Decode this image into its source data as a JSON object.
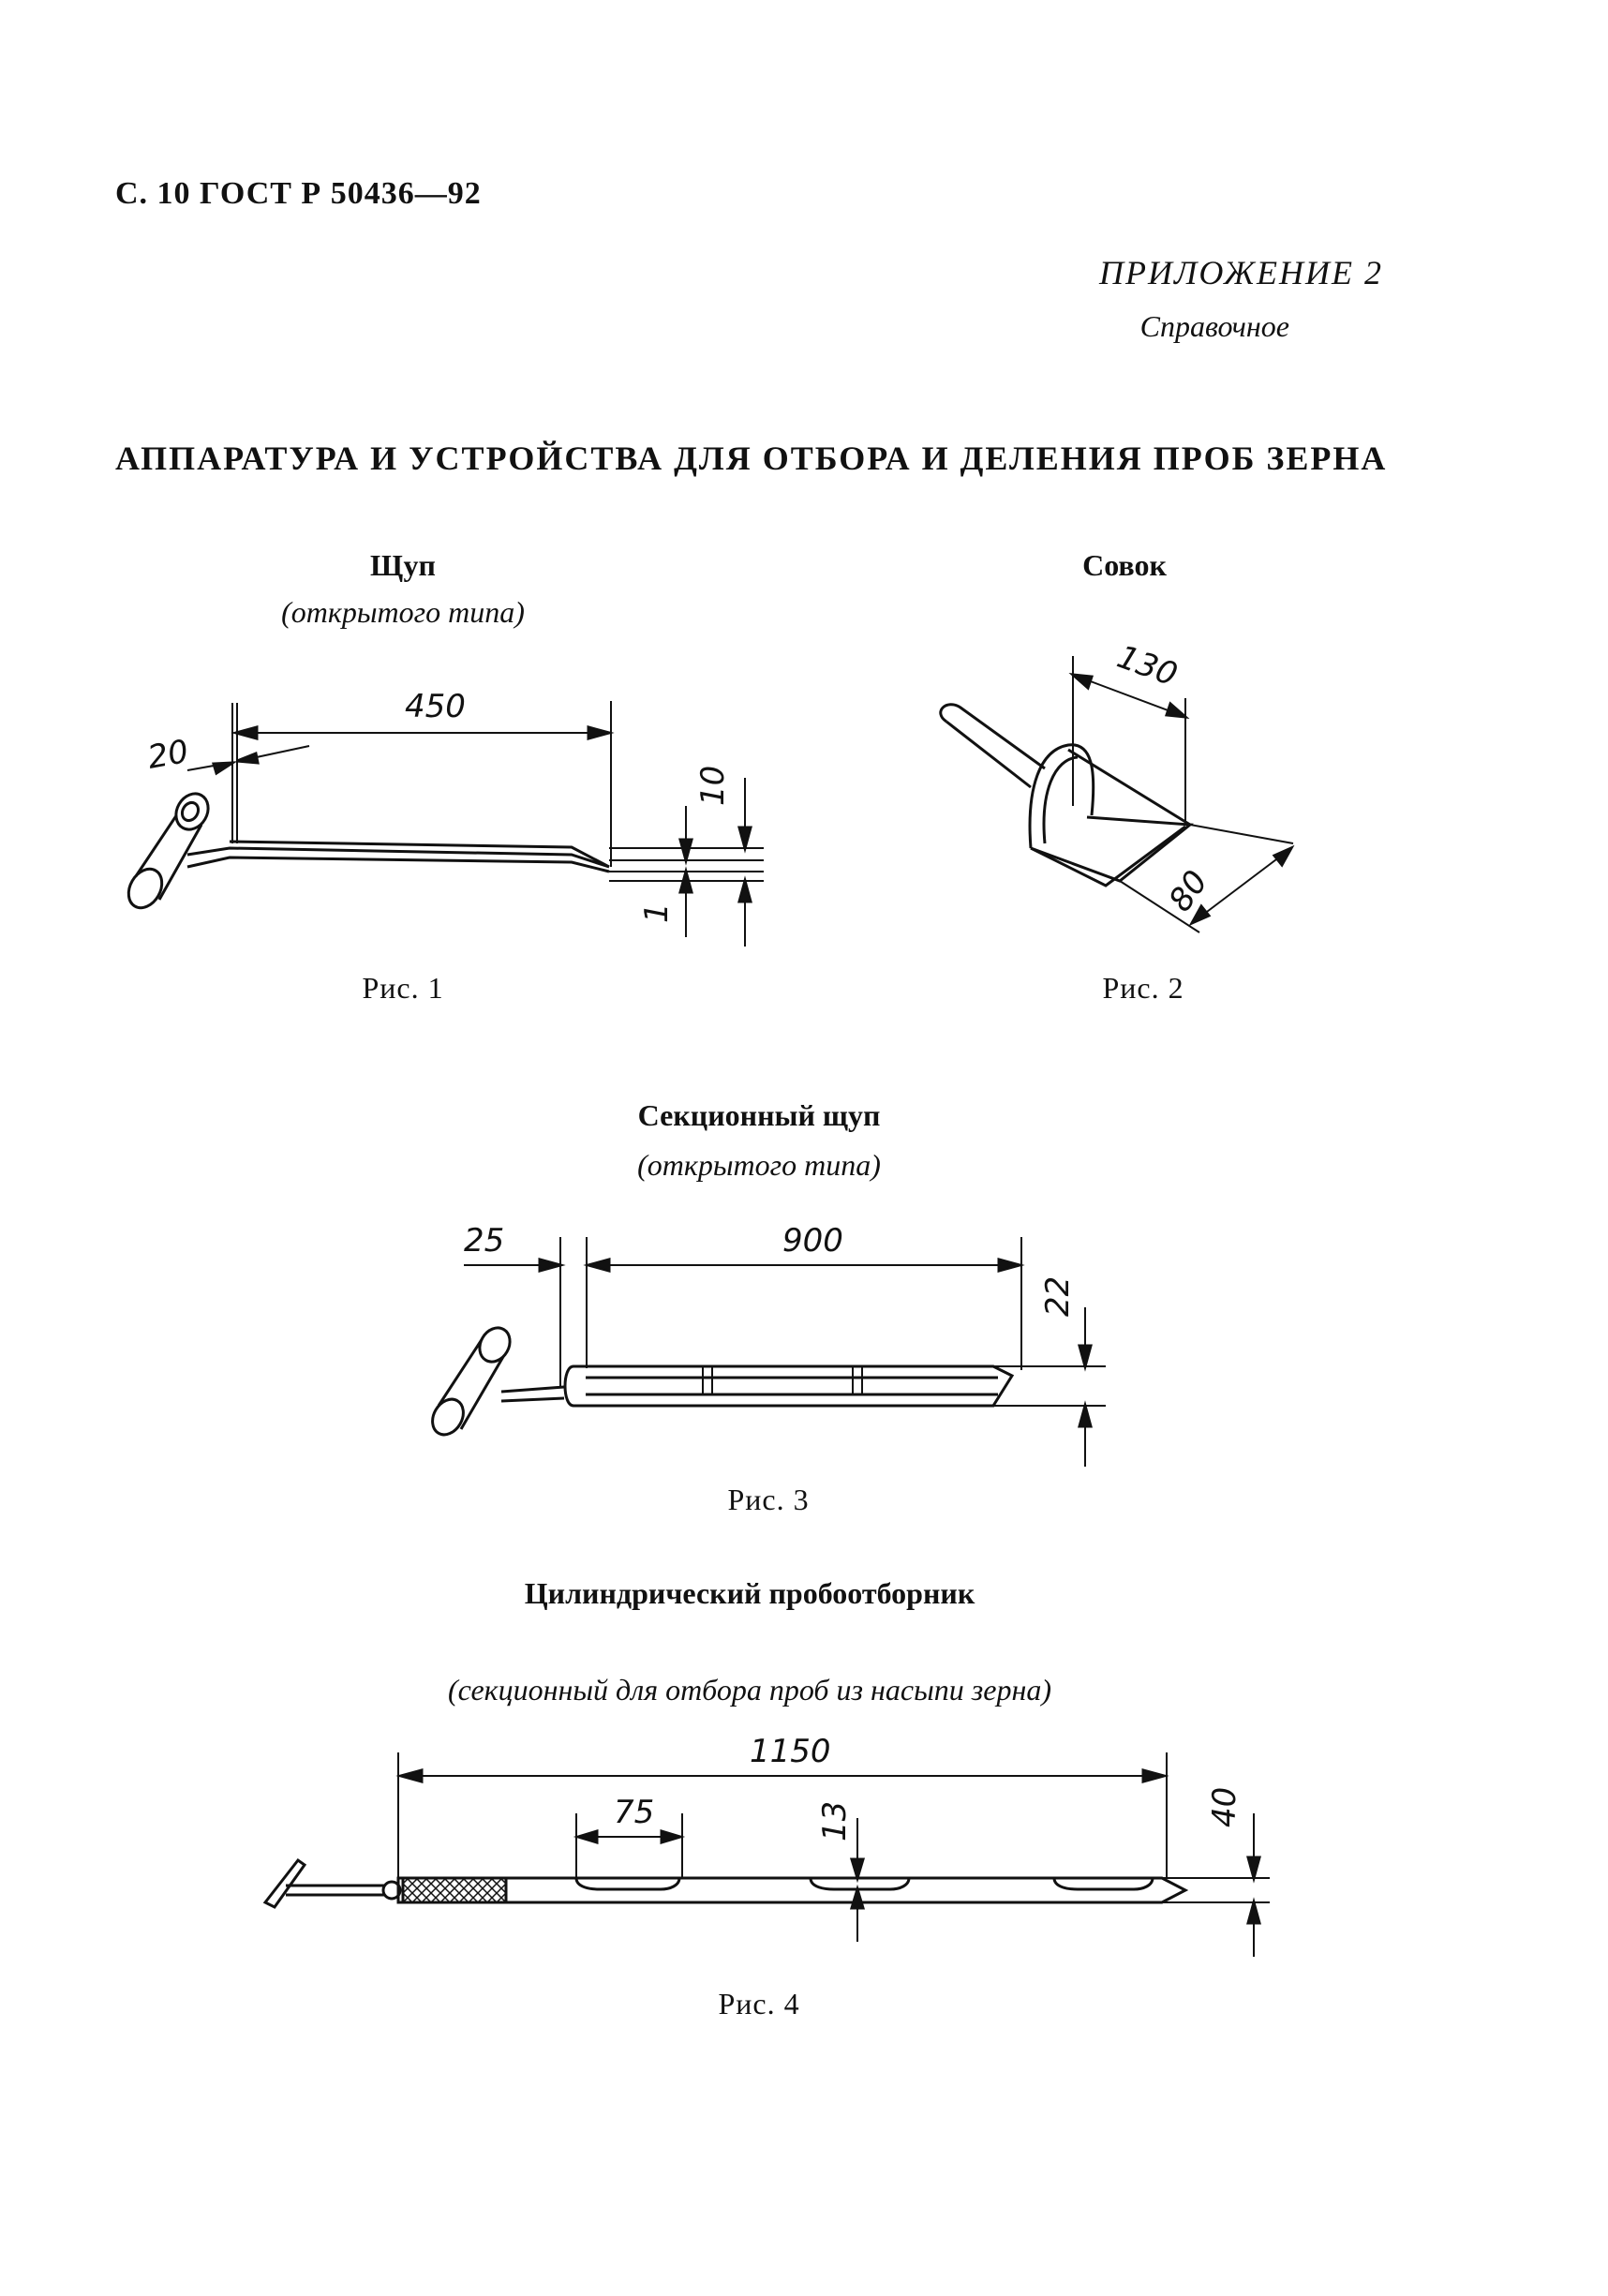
{
  "header": {
    "page_ref": "С. 10 ГОСТ Р 50436—92"
  },
  "appendix": {
    "title": "ПРИЛОЖЕНИЕ 2",
    "subtitle": "Справочное"
  },
  "main_title": "АППАРАТУРА И УСТРОЙСТВА ДЛЯ ОТБОРА И ДЕЛЕНИЯ ПРОБ ЗЕРНА",
  "fig1": {
    "title": "Щуп",
    "subtitle": "(открытого типа)",
    "caption": "Рис. 1",
    "dims": {
      "length": "450",
      "offset": "20",
      "height": "10",
      "thickness": "1"
    }
  },
  "fig2": {
    "title": "Совок",
    "caption": "Рис. 2",
    "dims": {
      "length": "130",
      "width": "80"
    }
  },
  "fig3": {
    "title": "Секционный щуп",
    "subtitle": "(открытого типа)",
    "caption": "Рис. 3",
    "dims": {
      "offset": "25",
      "length": "900",
      "height": "22"
    }
  },
  "fig4": {
    "title": "Цилиндрический пробоотборник",
    "subtitle": "(секционный для отбора проб из насыпи зерна)",
    "caption": "Рис. 4",
    "dims": {
      "length": "1150",
      "slot": "75",
      "slot_height": "13",
      "diameter": "40"
    }
  }
}
